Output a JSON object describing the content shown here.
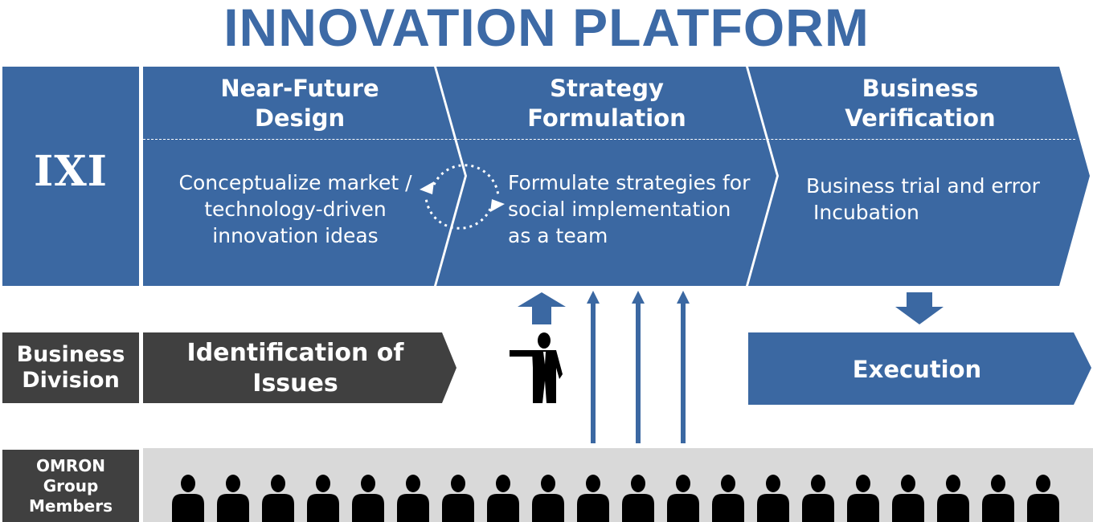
{
  "title": "INNOVATION PLATFORM",
  "rows": {
    "ixi": "IXI",
    "business_division": "Business Division",
    "omron_members": [
      "OMRON",
      "Group",
      "Members"
    ]
  },
  "phases": [
    {
      "heading": [
        "Near-Future",
        "Design"
      ],
      "body": [
        "Conceptualize market /",
        "technology-driven",
        "innovation ideas"
      ]
    },
    {
      "heading": [
        "Strategy",
        "Formulation"
      ],
      "body": [
        "Formulate strategies for",
        "social implementation",
        "as a team"
      ]
    },
    {
      "heading": [
        "Business",
        "Verification"
      ],
      "body": [
        "Business trial and error",
        "Incubation"
      ]
    }
  ],
  "identification": [
    "Identification of",
    "Issues"
  ],
  "execution": "Execution",
  "colors": {
    "title_blue": "#3d6aa6",
    "phase_blue": "#3b68a2",
    "dark_gray": "#404040",
    "light_gray": "#d9d9d9",
    "figure_black": "#000000"
  },
  "icons": {
    "cycle": "circular-arrows-icon",
    "presenter": "presenter-person-icon",
    "member": "person-silhouette-icon",
    "arrow_up": "arrow-up-icon",
    "arrow_down": "arrow-down-icon"
  }
}
